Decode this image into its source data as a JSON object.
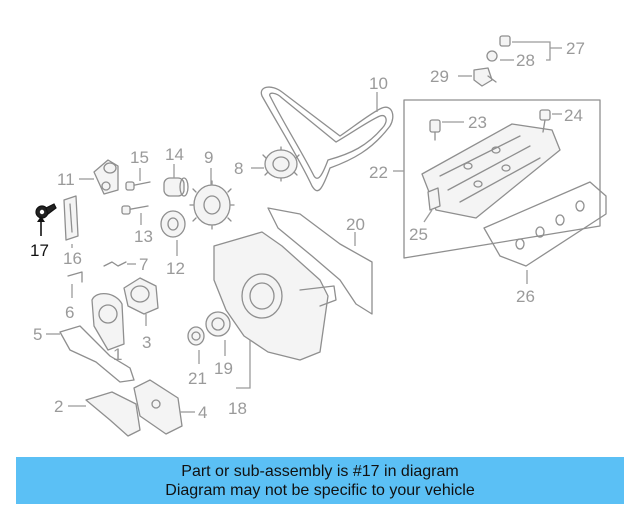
{
  "callouts": {
    "c1": "1",
    "c2": "2",
    "c3": "3",
    "c4": "4",
    "c5": "5",
    "c6": "6",
    "c7": "7",
    "c8": "8",
    "c9": "9",
    "c10": "10",
    "c11": "11",
    "c12": "12",
    "c13": "13",
    "c14": "14",
    "c15": "15",
    "c16": "16",
    "c17": "17",
    "c18": "18",
    "c19": "19",
    "c20": "20",
    "c21": "21",
    "c22": "22",
    "c23": "23",
    "c24": "24",
    "c25": "25",
    "c26": "26",
    "c27": "27",
    "c28": "28",
    "c29": "29"
  },
  "highlighted_part": "17",
  "banner": {
    "line1": "Part or sub-assembly is #17 in diagram",
    "line2": "Diagram may not be specific to your vehicle",
    "color": "#5bc0f5"
  },
  "colors": {
    "line_art": "#8f8f8f",
    "highlight": "#111111"
  }
}
